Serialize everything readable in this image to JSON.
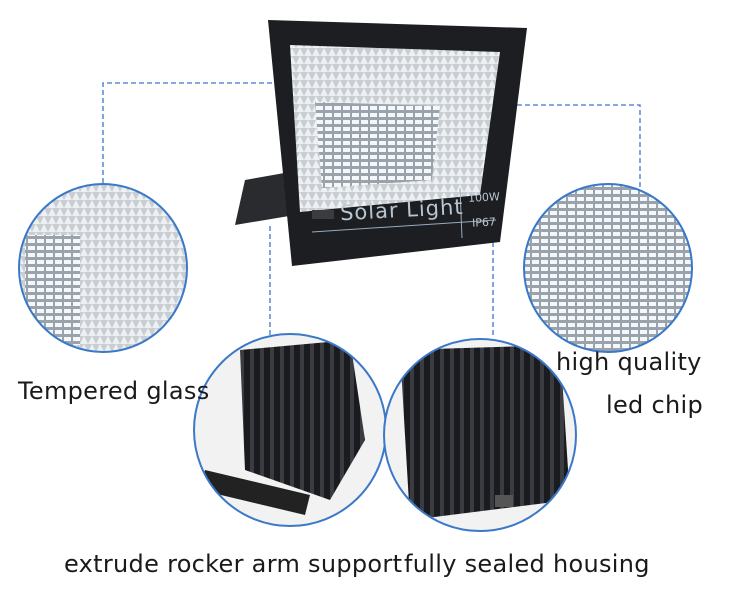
{
  "product": {
    "brand_text": "Solar Light",
    "power": "100W",
    "rating": "IP67"
  },
  "callouts": {
    "tempered_glass": "Tempered glass",
    "led_chip_line1": "high quality",
    "led_chip_line2": "led chip",
    "rocker_arm": "extrude rocker arm support",
    "sealed_housing": "fully sealed housing"
  },
  "colors": {
    "accent": "#3a78c8",
    "housing": "#1c1e22",
    "led": "#eef3f6"
  }
}
